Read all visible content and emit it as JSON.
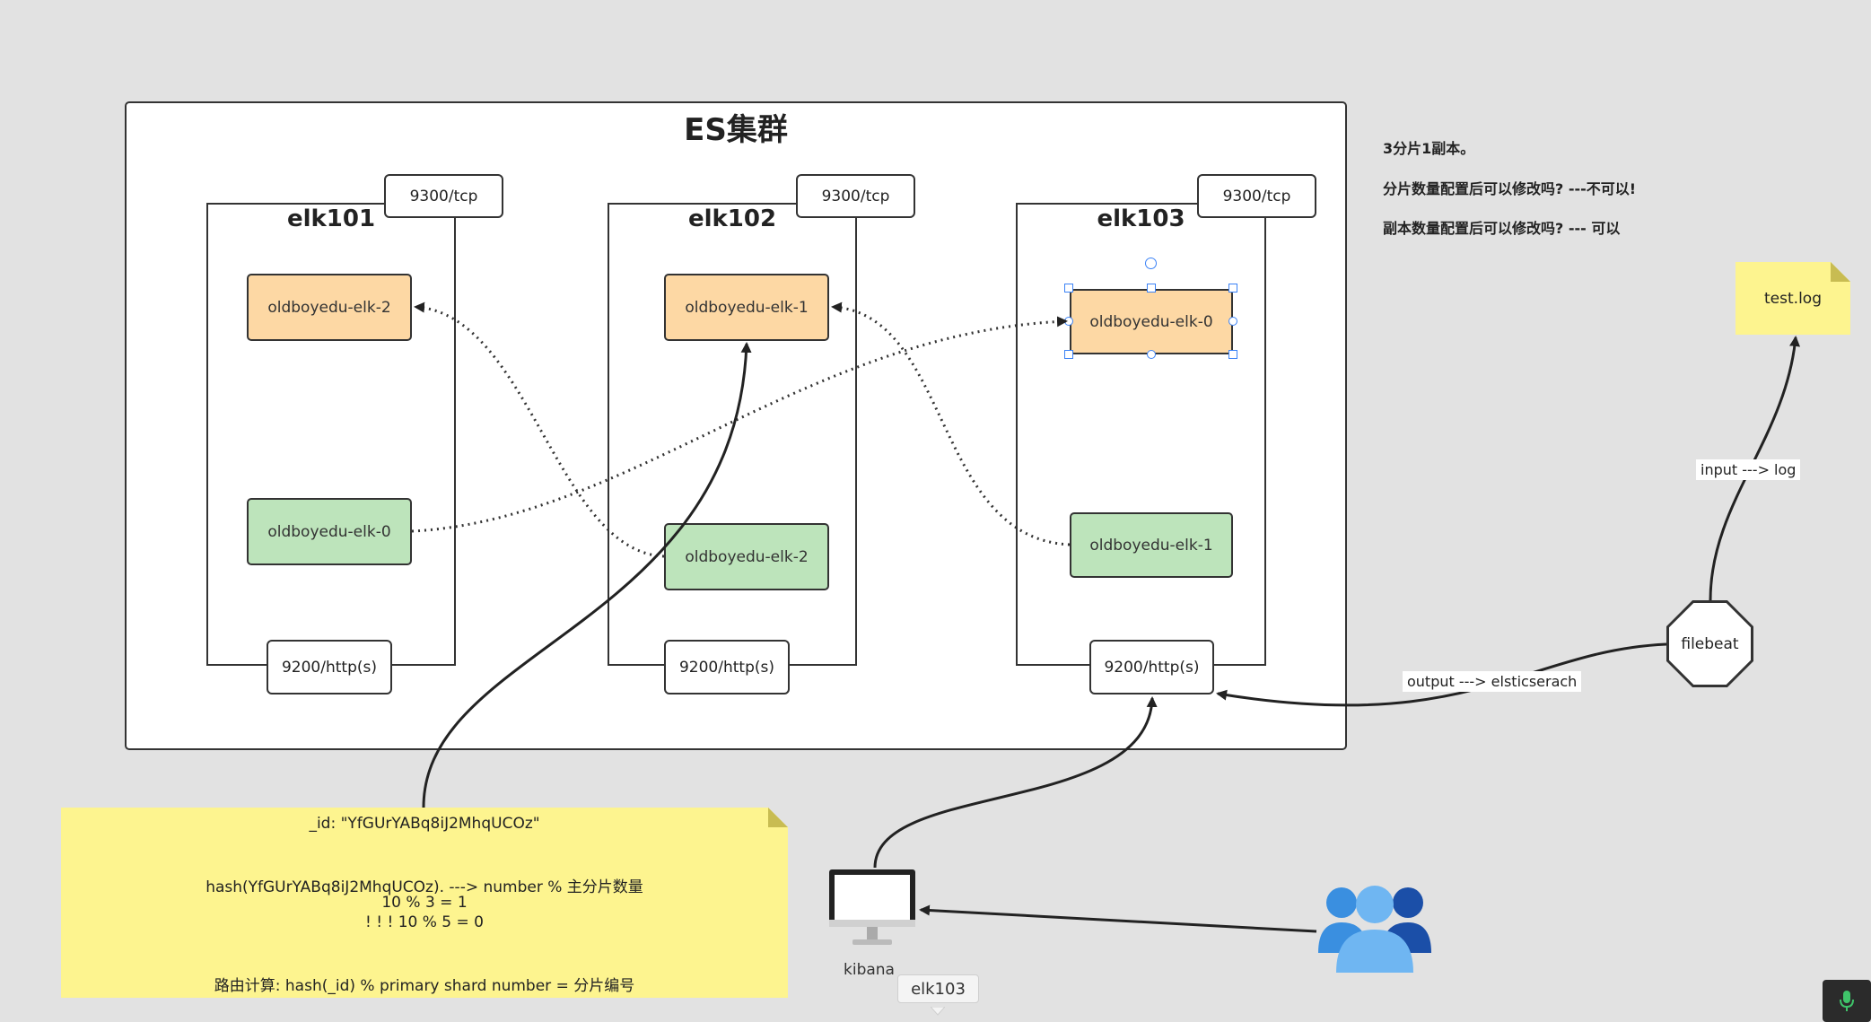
{
  "cluster": {
    "title": "ES集群"
  },
  "nodes": [
    {
      "name": "elk101",
      "transport_port": "9300/tcp",
      "http_port": "9200/http(s)"
    },
    {
      "name": "elk102",
      "transport_port": "9300/tcp",
      "http_port": "9200/http(s)"
    },
    {
      "name": "elk103",
      "transport_port": "9300/tcp",
      "http_port": "9200/http(s)"
    }
  ],
  "shards": {
    "elk101_primary": "oldboyedu-elk-2",
    "elk101_replica": "oldboyedu-elk-0",
    "elk102_primary": "oldboyedu-elk-1",
    "elk102_replica": "oldboyedu-elk-2",
    "elk103_primary": "oldboyedu-elk-0",
    "elk103_replica": "oldboyedu-elk-1"
  },
  "notes": {
    "line1": "3分片1副本。",
    "line2": "分片数量配置后可以修改吗?   ---不可以!",
    "line3": "副本数量配置后可以修改吗?   --- 可以"
  },
  "test_log": {
    "label": "test.log"
  },
  "filebeat": {
    "label": "filebeat",
    "input_label": "input ---> log",
    "output_label": "output ---> elsticserach"
  },
  "routing_note": {
    "id_line": "_id: \"YfGUrYABq8iJ2MhqUCOz\"",
    "hash_line": "hash(YfGUrYABq8iJ2MhqUCOz). ---> number % 主分片数量",
    "example1": "10 % 3 = 1",
    "example2": "! ! ! 10 % 5 = 0",
    "formula": "路由计算: hash(_id) % primary shard number = 分片编号"
  },
  "kibana": {
    "label": "kibana"
  },
  "tooltip": {
    "label": "elk103"
  },
  "colors": {
    "primary_shard": "#fdd8a4",
    "replica_shard": "#bde4bb",
    "sticky_note": "#fdf48f",
    "background": "#e2e2e2",
    "users": "#3a8fe0"
  },
  "icons": {
    "kibana": "monitor-icon",
    "users": "users-group-icon",
    "mic": "microphone-icon"
  }
}
